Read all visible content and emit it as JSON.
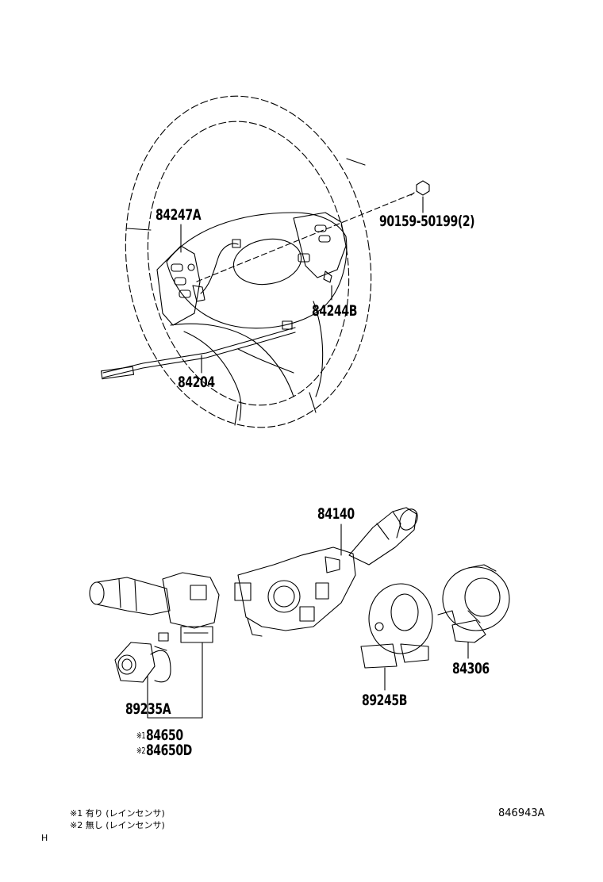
{
  "parts": {
    "p84247A": "84247A",
    "p90159": "90159-50199(2)",
    "p84244B": "84244B",
    "p84204": "84204",
    "p84140": "84140",
    "p89235A": "89235A",
    "p84650": "84650",
    "p84650D": "84650D",
    "p89245B": "89245B",
    "p84306": "84306"
  },
  "marks": {
    "m1": "※1",
    "m2": "※2"
  },
  "notes": {
    "n1": "※1 有り (レインセンサ)",
    "n2": "※2 無し (レインセンサ)"
  },
  "diagram_id": "846943A",
  "corner_mark": "H"
}
